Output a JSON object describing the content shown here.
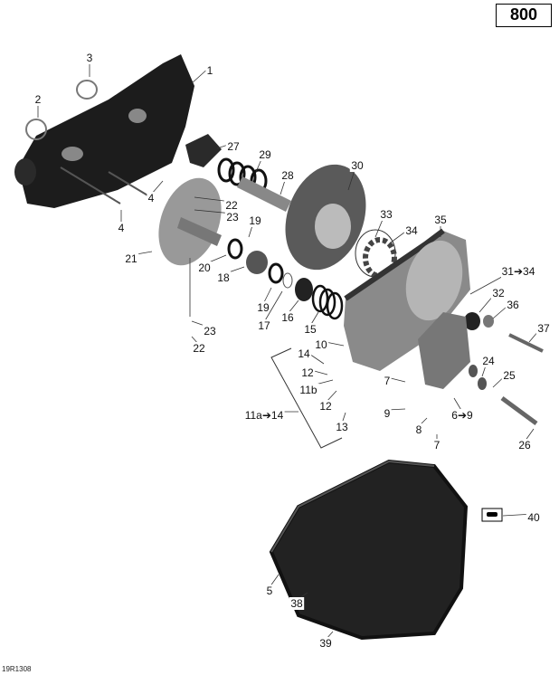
{
  "model_badge": "800",
  "reference_code": "19R1308",
  "callouts": [
    "1",
    "2",
    "3",
    "27",
    "29",
    "28",
    "30",
    "4",
    "4",
    "22",
    "23",
    "19",
    "21",
    "20",
    "18",
    "19",
    "17",
    "16",
    "15",
    "33",
    "34",
    "35",
    "31➔34",
    "32",
    "36",
    "37",
    "10",
    "14",
    "12",
    "11b",
    "12",
    "13",
    "11a➔14",
    "7",
    "24",
    "25",
    "9",
    "8",
    "6➔9",
    "7",
    "26",
    "23",
    "22",
    "40",
    "5",
    "38",
    "39"
  ],
  "colors": {
    "part_dark": "#1c1c1c",
    "part_mid": "#6e6e6e",
    "part_light": "#a8a8a8",
    "line": "#333333"
  }
}
